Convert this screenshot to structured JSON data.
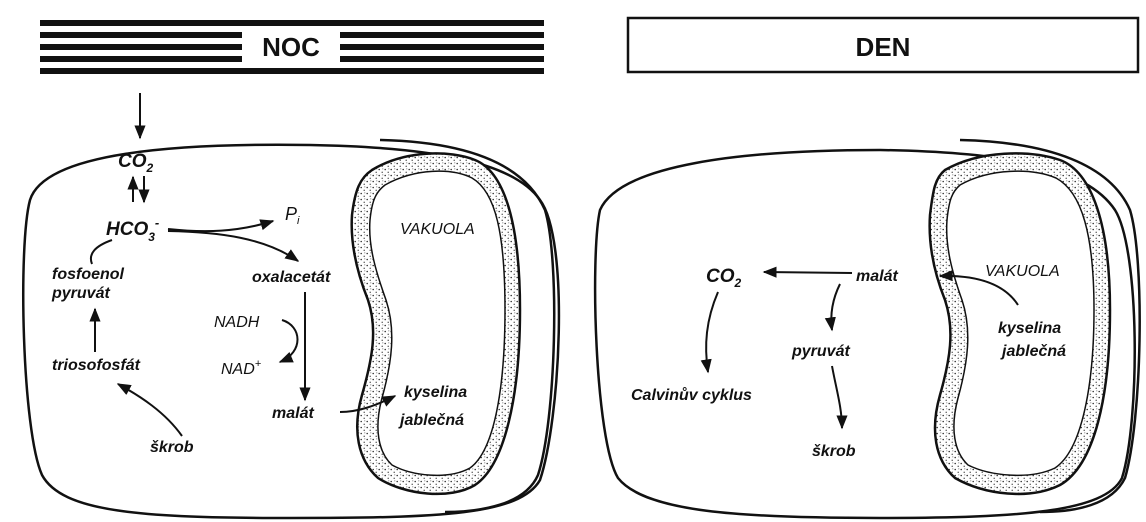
{
  "night": {
    "header": "NOC",
    "vacuole": "VAKUOLA",
    "labels": {
      "co2_main": "CO",
      "co2_sub": "2",
      "hco3_main": "HCO",
      "hco3_sub": "3",
      "hco3_sup": "-",
      "pi_main": "P",
      "pi_sub": "i",
      "fosfoenol": "fosfoenol",
      "pyruvat": "pyruvát",
      "oxalacetat": "oxalacetát",
      "nadh": "NADH",
      "nad_main": "NAD",
      "nad_sup": "+",
      "triosofosfat": "triosofosfát",
      "malat": "malát",
      "kyselina": "kyselina",
      "jablecna": "jablečná",
      "skrob": "škrob"
    }
  },
  "day": {
    "header": "DEN",
    "vacuole": "VAKUOLA",
    "labels": {
      "co2_main": "CO",
      "co2_sub": "2",
      "malat": "malát",
      "kyselina": "kyselina",
      "jablecna": "jablečná",
      "pyruvat": "pyruvát",
      "calvin": "Calvinův cyklus",
      "skrob": "škrob"
    }
  }
}
